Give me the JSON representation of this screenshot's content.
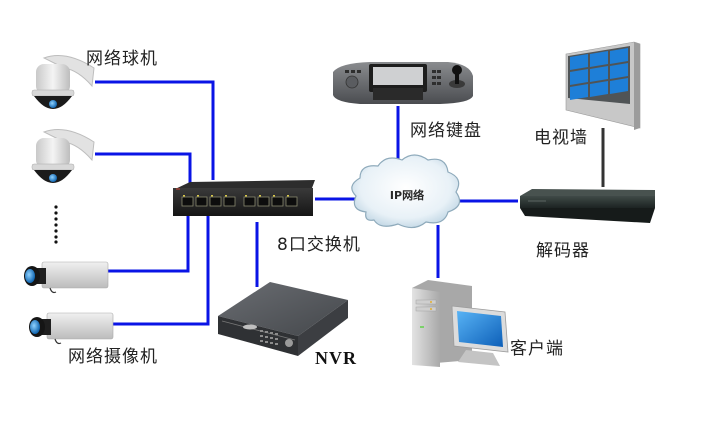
{
  "diagram": {
    "title": "",
    "nodes": {
      "ptz_camera": {
        "label": "网络球机"
      },
      "network_camera": {
        "label": "网络摄像机"
      },
      "switch": {
        "label": "8口交换机"
      },
      "nvr": {
        "label": "NVR"
      },
      "ip_network": {
        "label": "IP网络"
      },
      "keyboard": {
        "label": "网络键盘"
      },
      "video_wall": {
        "label": "电视墙"
      },
      "decoder": {
        "label": "解码器"
      },
      "client": {
        "label": "客户端"
      }
    },
    "edges": [
      {
        "from": "ptz_camera_1",
        "to": "switch"
      },
      {
        "from": "ptz_camera_2",
        "to": "switch"
      },
      {
        "from": "network_camera_1",
        "to": "switch"
      },
      {
        "from": "network_camera_2",
        "to": "switch"
      },
      {
        "from": "switch",
        "to": "nvr"
      },
      {
        "from": "switch",
        "to": "ip_network"
      },
      {
        "from": "ip_network",
        "to": "keyboard"
      },
      {
        "from": "ip_network",
        "to": "decoder"
      },
      {
        "from": "ip_network",
        "to": "client"
      },
      {
        "from": "decoder",
        "to": "video_wall"
      }
    ],
    "colors": {
      "link": "#0a14e6",
      "hdmi_link": "#333333",
      "screen": "#1e7fd8",
      "device_dark": "#2b2d30"
    }
  }
}
